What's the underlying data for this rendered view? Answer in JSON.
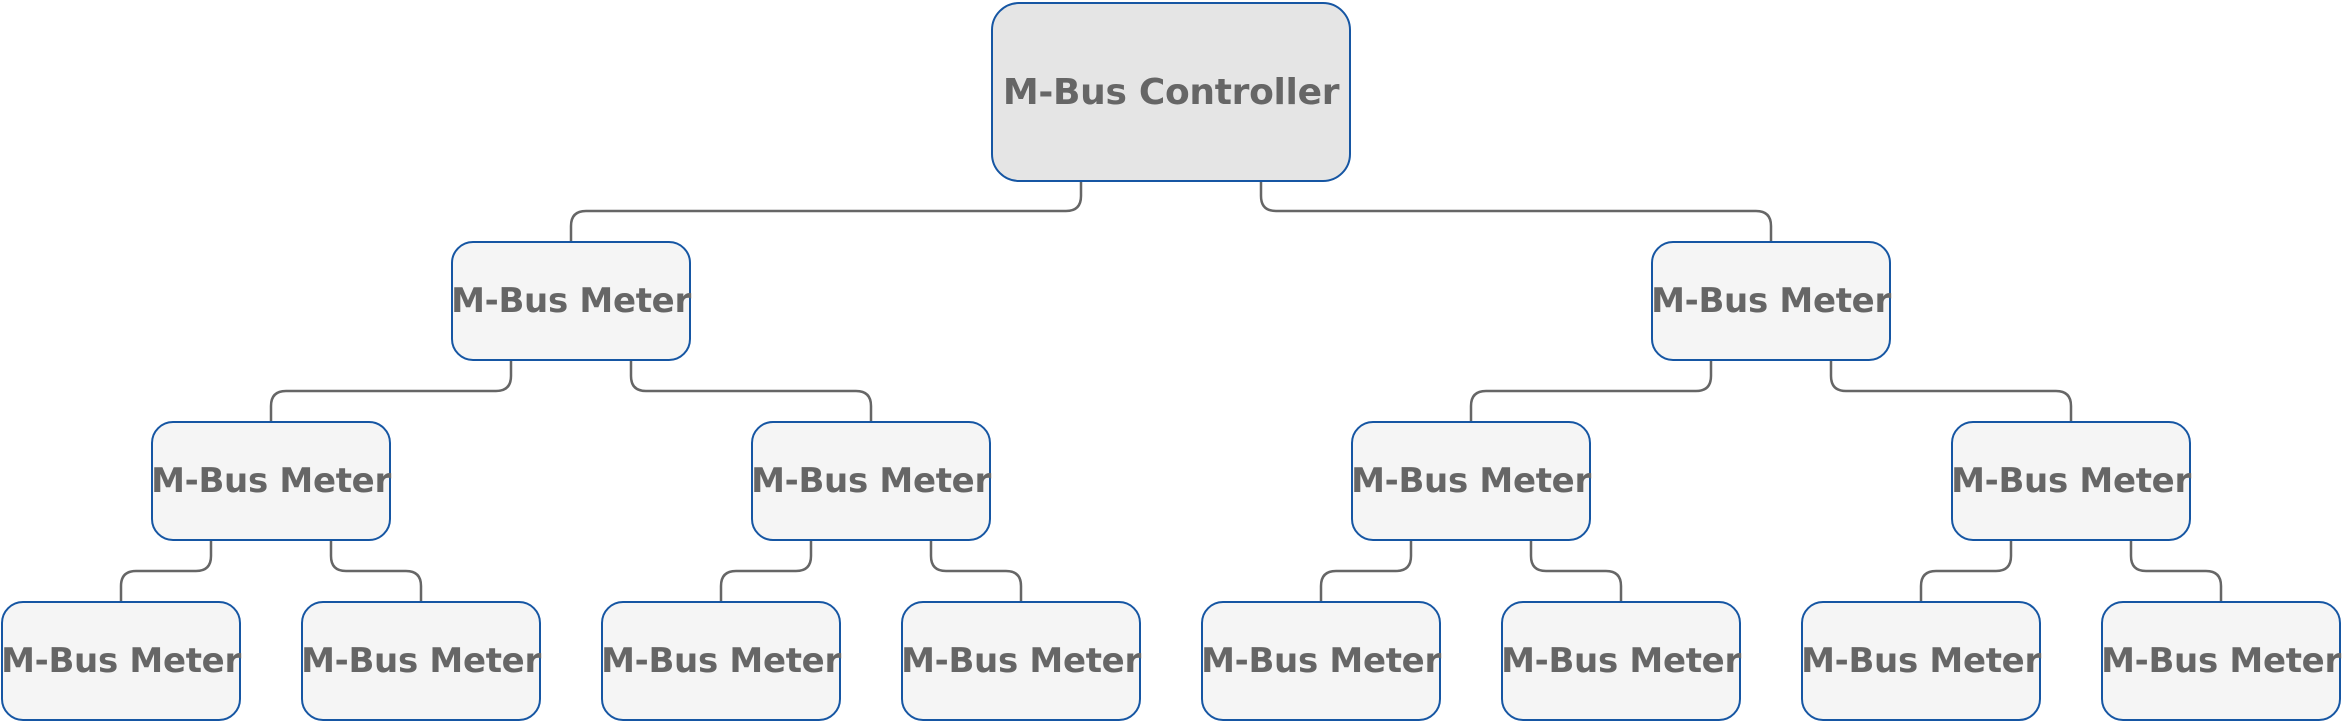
{
  "diagram": {
    "root": {
      "label": "M-Bus Controller"
    },
    "meter_label": "M-Bus Meter",
    "levels": [
      [
        "M-Bus Meter",
        "M-Bus Meter"
      ],
      [
        "M-Bus Meter",
        "M-Bus Meter",
        "M-Bus Meter",
        "M-Bus Meter"
      ],
      [
        "M-Bus Meter",
        "M-Bus Meter",
        "M-Bus Meter",
        "M-Bus Meter",
        "M-Bus Meter",
        "M-Bus Meter",
        "M-Bus Meter",
        "M-Bus Meter"
      ]
    ],
    "colors": {
      "border": "#1656a3",
      "root_fill": "#e5e5e5",
      "node_fill": "#f5f5f5",
      "text": "#666666",
      "connector": "#666666"
    }
  }
}
